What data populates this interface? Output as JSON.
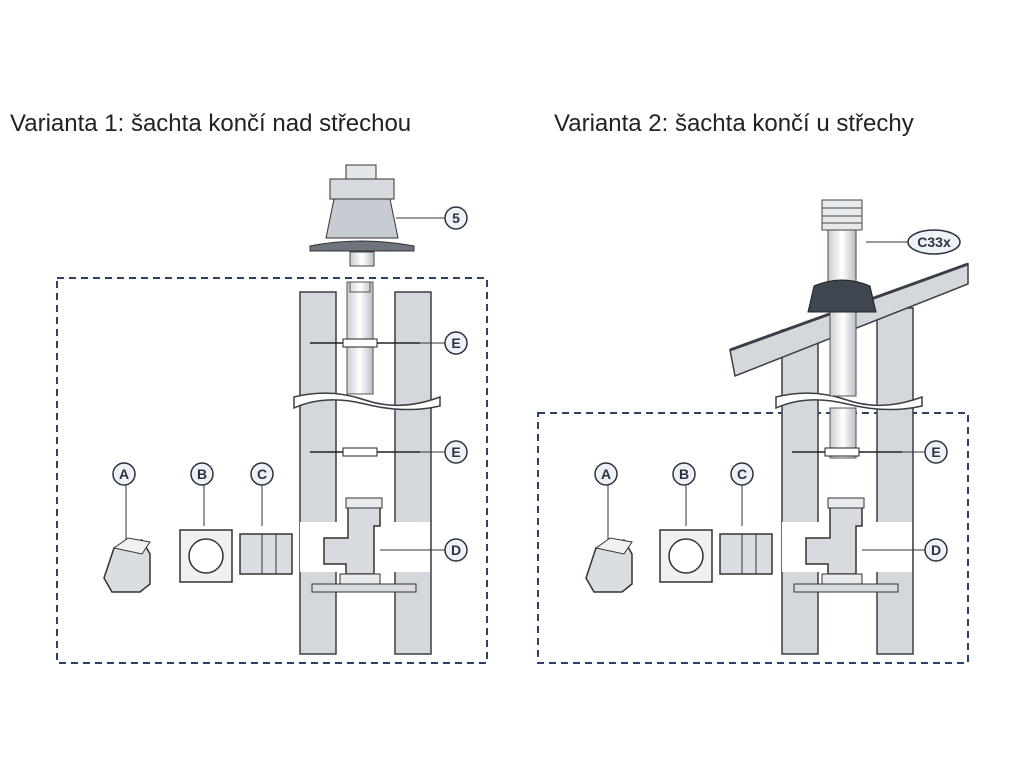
{
  "variants": [
    {
      "title": "Varianta 1: šachta končí nad střechou"
    },
    {
      "title": "Varianta 2: šachta končí u střechy"
    }
  ],
  "labels": {
    "a": "A",
    "b": "B",
    "c": "C",
    "d": "D",
    "e": "E",
    "five": "5",
    "c33x": "C33x"
  },
  "colors": {
    "shaft": "#d4d8dd",
    "frame": "#2d4263",
    "line": "#3a3f47"
  }
}
